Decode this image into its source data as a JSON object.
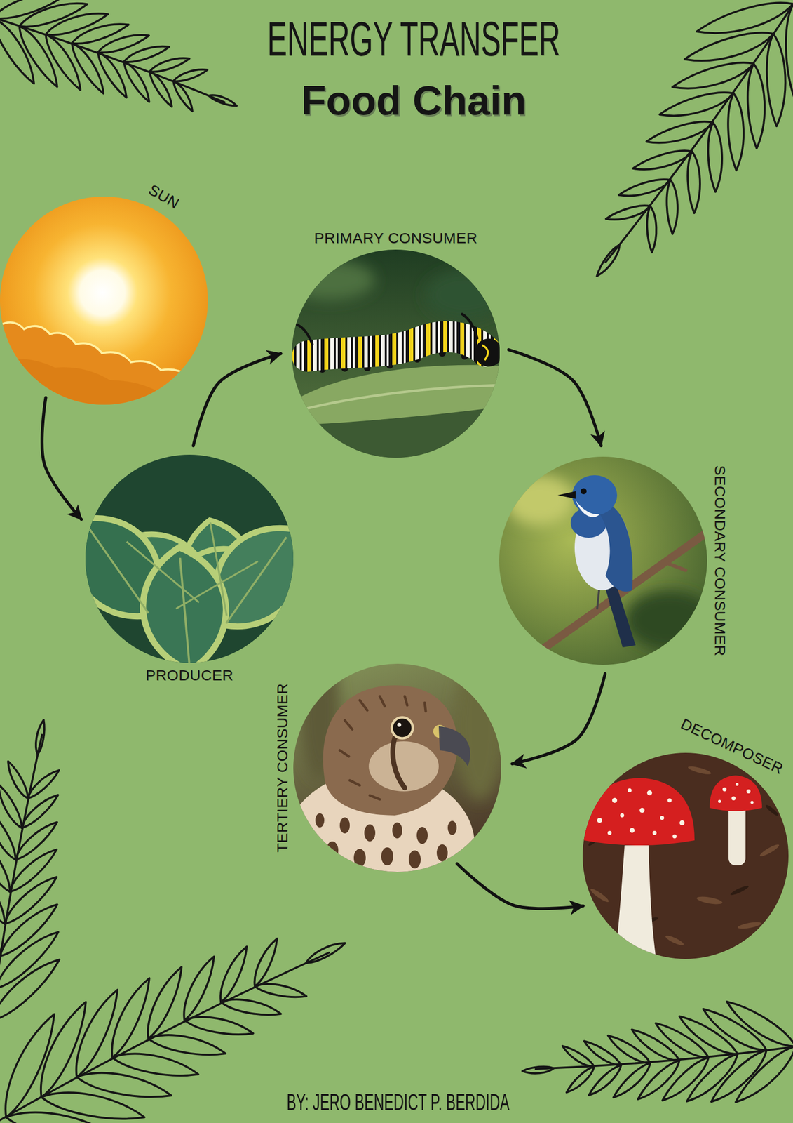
{
  "diagram": {
    "title": "ENERGY TRANSFER",
    "nodes": [
      {
        "text": [
          "SUN"
        ]
      },
      {
        "text": [
          "PRODUCER"
        ]
      },
      {
        "text": [
          "PRIMARY CONSUMER"
        ]
      },
      {
        "text": [
          "SECONDARY CONSUMER"
        ]
      },
      {
        "text": [
          "TERTIERY CONSUMER"
        ]
      },
      {
        "text": [
          "DECOMPOSER"
        ]
      }
    ],
    "edges": [
      {
        "from": 0,
        "to": 1,
        "arrow": "to"
      },
      {
        "from": 1,
        "to": 2,
        "arrow": "to"
      },
      {
        "from": 2,
        "to": 3,
        "arrow": "to"
      },
      {
        "from": 3,
        "to": 4,
        "arrow": "to"
      },
      {
        "from": 4,
        "to": 5,
        "arrow": "to"
      }
    ],
    "labels": [
      "Food Chain",
      "BY: JERO BENEDICT P. BERDIDA"
    ]
  }
}
